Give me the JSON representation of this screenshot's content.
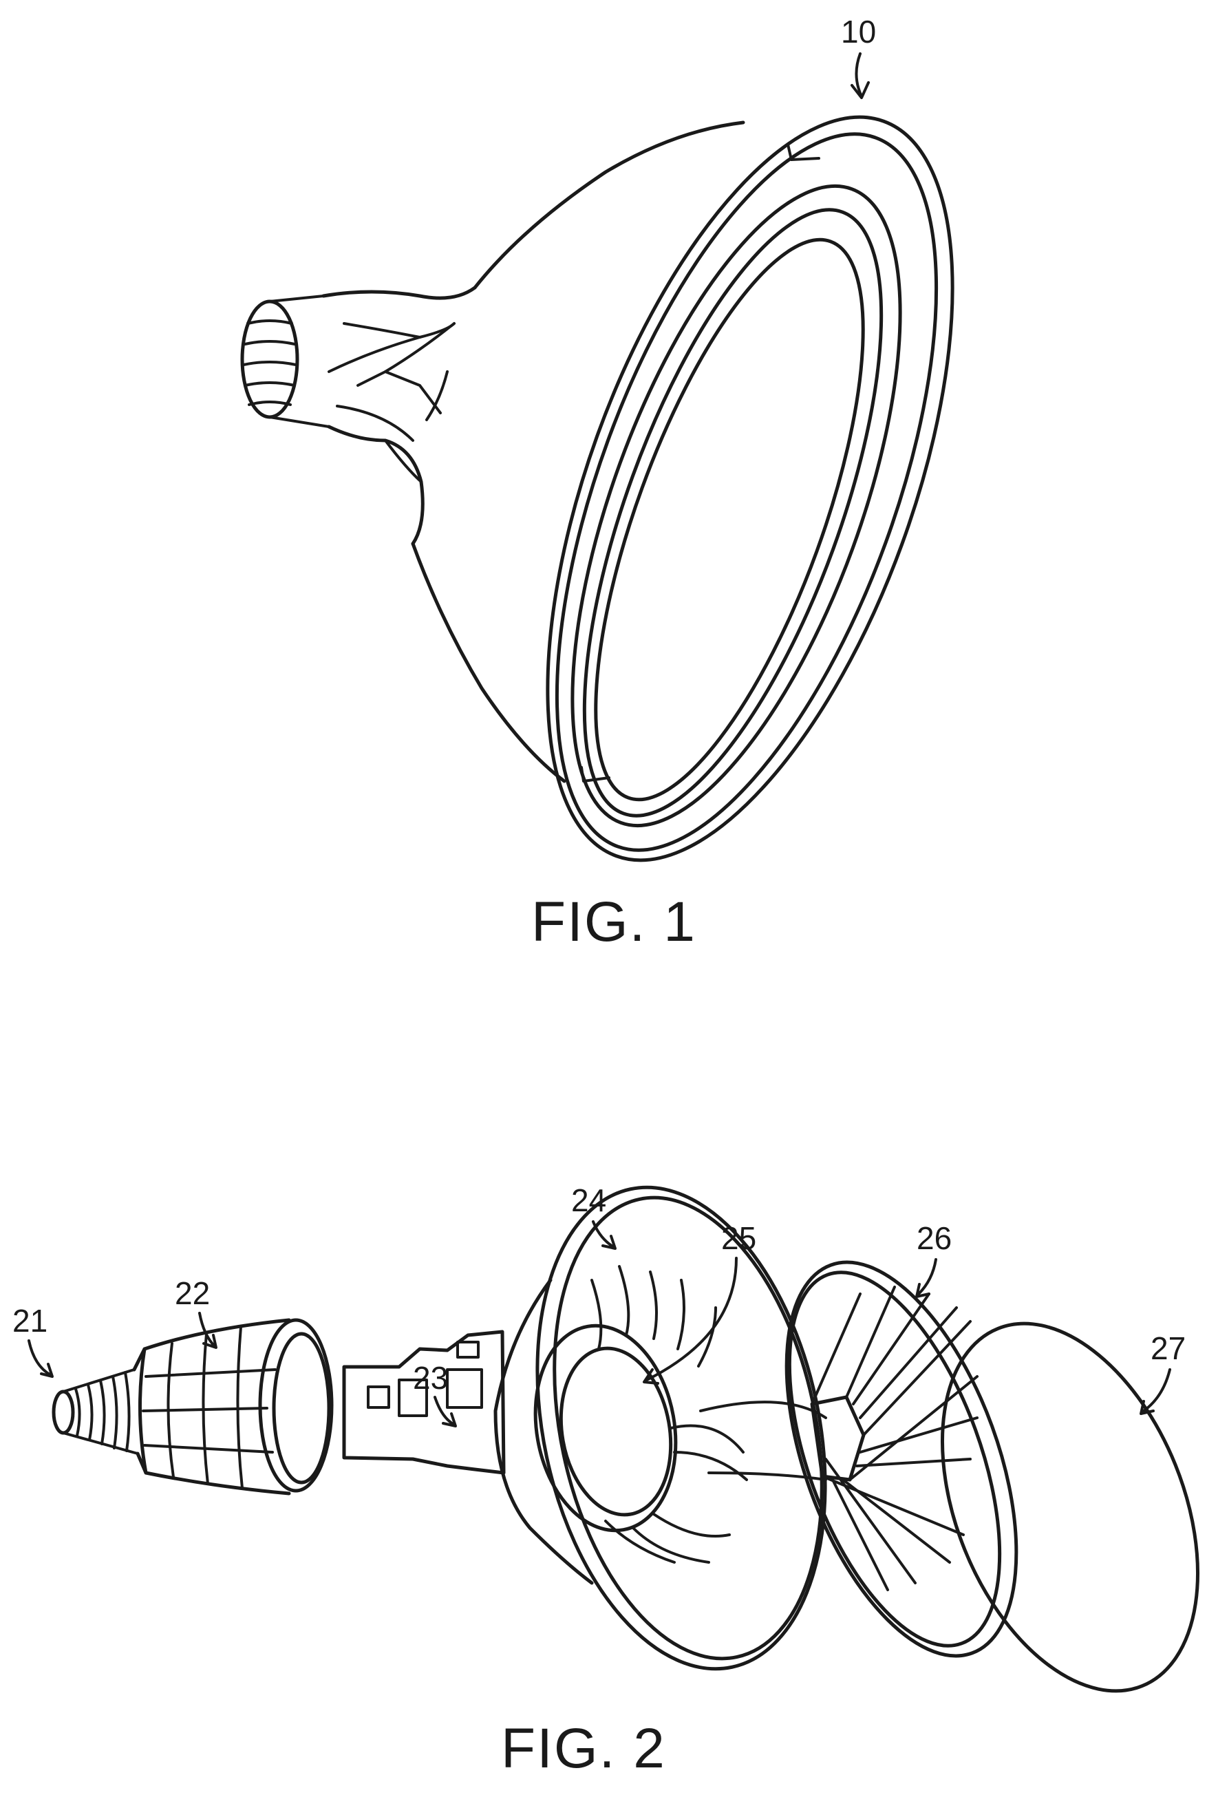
{
  "figures": [
    {
      "caption": "FIG. 1",
      "labels": [
        "10"
      ]
    },
    {
      "caption": "FIG. 2",
      "labels": [
        "21",
        "22",
        "23",
        "24",
        "25",
        "26",
        "27"
      ]
    }
  ]
}
